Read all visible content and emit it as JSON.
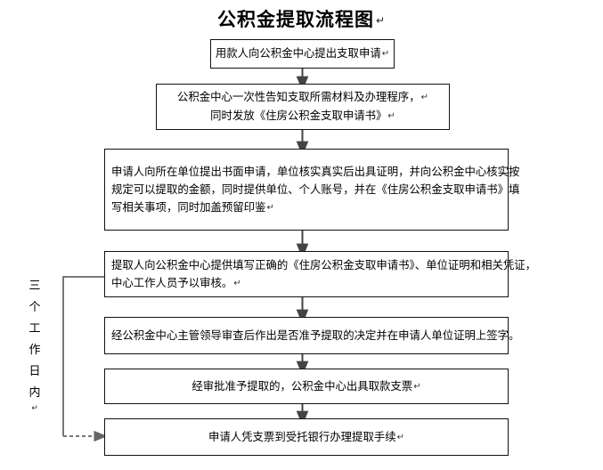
{
  "document": {
    "title": "公积金提取流程图",
    "title_mark": "↵"
  },
  "flow": {
    "pilcrow": "↵",
    "nodes": [
      {
        "id": "node-1",
        "name": "apply-to-fund-center",
        "lines": [
          "用款人向公积金中心提出支取申请"
        ],
        "mark": "↵",
        "align": "center"
      },
      {
        "id": "node-2",
        "name": "center-informs-materials",
        "lines": [
          "公积金中心一次性告知支取所需材料及办理程序，",
          "同时发放《住房公积金支取申请书》"
        ],
        "marks": [
          "↵",
          "↵"
        ],
        "align": "center"
      },
      {
        "id": "node-3",
        "name": "unit-verifies-and-certifies",
        "lines": [
          "申请人向所在单位提出书面申请，单位核实真实后出具证明，并向公积金中心核实按",
          "规定可以提取的金额，同时提供单位、个人账号，并在《住房公积金支取申请书》填",
          "写相关事项，同时加盖预留印鉴"
        ],
        "mark": "↵",
        "align": "justify"
      },
      {
        "id": "node-4",
        "name": "submit-documents-for-review",
        "lines": [
          "提取人向公积金中心提供填写正确的《住房公积金支取申请书》、单位证明和相关凭证，",
          "中心工作人员予以审核。"
        ],
        "mark": "↵",
        "align": "justify"
      },
      {
        "id": "node-5",
        "name": "leader-approval-decision",
        "lines": [
          "经公积金中心主管领导审查后作出是否准予提取的决定并在申请人单位证明上签字。"
        ],
        "mark": "",
        "align": "justify"
      },
      {
        "id": "node-6",
        "name": "issue-withdrawal-check",
        "lines": [
          "经审批准予提取的，公积金中心出具取款支票"
        ],
        "mark": "↵",
        "align": "center"
      },
      {
        "id": "node-7",
        "name": "bank-withdrawal-procedure",
        "lines": [
          "申请人凭支票到受托银行办理提取手续"
        ],
        "mark": "↵",
        "align": "center"
      }
    ],
    "side_label": {
      "name": "three-working-days-label",
      "chars": [
        "三",
        "个",
        "工",
        "作",
        "日",
        "内"
      ],
      "mark": "↵"
    },
    "colors": {
      "box_border": "#111111",
      "arrow": "#444444",
      "bracket": "#666666",
      "background": "#ffffff",
      "text": "#000000"
    }
  }
}
